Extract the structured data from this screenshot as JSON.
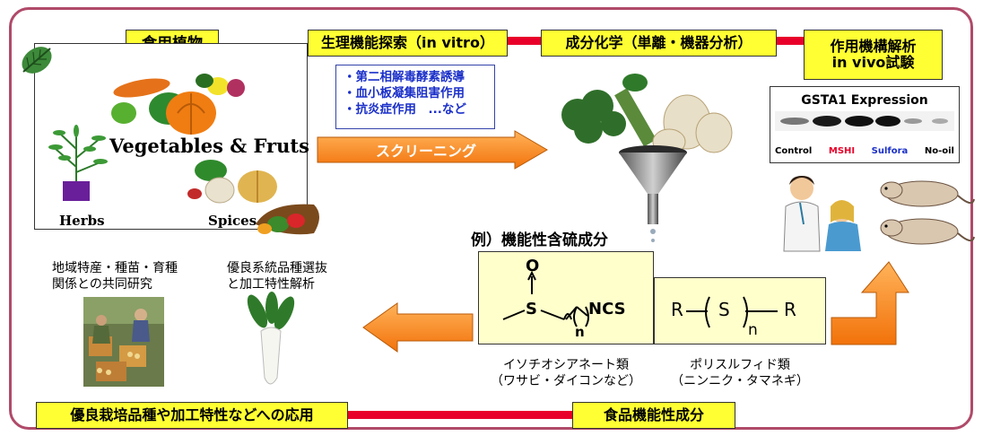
{
  "top_flow": {
    "edible_plants": "食用植物",
    "in_vitro": "生理機能探索（in vitro）",
    "chemistry": "成分化学（単離・機器分析）",
    "mechanism_line1": "作用機構解析",
    "mechanism_line2": "in vivo試験"
  },
  "functions": {
    "items": [
      "・第二相解毒酵素誘導",
      "・血小板凝集阻害作用",
      "・抗炎症作用　...など"
    ]
  },
  "screening_label": "スクリーニング",
  "plants": {
    "vegetables": "Vegetables & Fruts",
    "herbs": "Herbs",
    "spices": "Spices"
  },
  "gsta": {
    "title": "GSTA1 Expression",
    "lanes": [
      {
        "label": "Control",
        "color": "#000000"
      },
      {
        "label": "MSHI",
        "color": "#e8002a"
      },
      {
        "label": "Sulfora",
        "color": "#1a2fc9"
      },
      {
        "label": "No-oil",
        "color": "#000000"
      }
    ]
  },
  "example_title": "例）機能性含硫成分",
  "structures": {
    "isothio_o": "O",
    "isothio_s": "S",
    "isothio_n": "n",
    "isothio_ncs": "NCS",
    "poly_r1": "R",
    "poly_s": "S",
    "poly_n": "n",
    "poly_r2": "R"
  },
  "compound_labels": {
    "isothio_line1": "イソチオシアネート類",
    "isothio_line2": "（ワサビ・ダイコンなど）",
    "poly_line1": "ポリスルフィド類",
    "poly_line2": "（ニンニク・タマネギ）"
  },
  "research": {
    "left_line1": "地域特産・種苗・育種",
    "left_line2": "関係との共同研究",
    "right_line1": "優良系統品種選抜",
    "right_line2": "と加工特性解析"
  },
  "bottom_flow": {
    "application": "優良栽培品種や加工特性などへの応用",
    "functional": "食品機能性成分"
  }
}
